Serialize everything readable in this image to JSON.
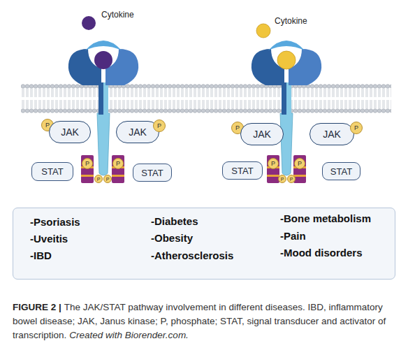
{
  "diagram": {
    "caption": "The JAK/STAT pathway involvement in different diseases. IBD, inflammatory bowel disease; JAK, Janus kinase; P, phosphate; STAT, signal transducer and activator of transcription.",
    "nodes": [
      {
        "text": [
          "P"
        ]
      },
      {
        "text": [
          "JAK"
        ]
      },
      {
        "text": [
          "JAK"
        ]
      },
      {
        "text": [
          "P"
        ]
      },
      {
        "text": [
          "P"
        ]
      },
      {
        "text": [
          "JAK"
        ]
      },
      {
        "text": [
          "JAK"
        ]
      },
      {
        "text": [
          "P"
        ]
      },
      {
        "text": [
          "STAT"
        ]
      },
      {
        "text": [
          "P"
        ]
      },
      {
        "text": [
          "P"
        ]
      },
      {
        "text": [
          "STAT"
        ]
      },
      {
        "text": [
          "STAT"
        ]
      },
      {
        "text": [
          "P"
        ]
      },
      {
        "text": [
          "P"
        ]
      },
      {
        "text": [
          "STAT"
        ]
      },
      {
        "text": [
          "P"
        ]
      },
      {
        "text": [
          "P"
        ]
      },
      {
        "text": [
          "P"
        ]
      },
      {
        "text": [
          "P"
        ]
      },
      {
        "text": [
          "-Psoriasis",
          "-Uveitis",
          "-IBD",
          "-Diabetes",
          "-Obesity",
          "-Atherosclerosis",
          "-Bone metabolism",
          "-Pain",
          "-Mood disorders"
        ]
      }
    ],
    "labels": [
      "Cytokine",
      "Cytokine",
      "FIGURE 2 |",
      "Created with Biorender.com."
    ]
  }
}
